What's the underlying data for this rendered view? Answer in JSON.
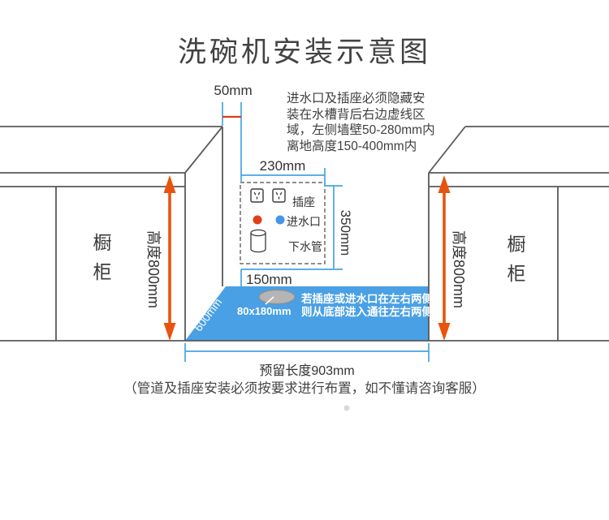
{
  "title": "洗碗机安装示意图",
  "note": {
    "line1": "进水口及插座必须隐藏安",
    "line2": "装在水槽背后右边虚线区",
    "line3": "域，左侧墙壁50-280mm内",
    "line4": "离地高度150-400mm内"
  },
  "dimensions": {
    "wall_offset": "50mm",
    "zone_width": "230mm",
    "zone_height": "350mm",
    "floor_clearance": "150mm",
    "floor_depth": "600mm",
    "hole_size": "80x180mm",
    "reserved_length": "预留长度903mm"
  },
  "cabinets": {
    "left_label": "橱柜",
    "left_height": "高度800mm",
    "right_label": "橱柜",
    "right_height": "高度800mm"
  },
  "hidden_zone": {
    "socket_label": "插座",
    "inlet_label": "进水口",
    "drain_label": "下水管"
  },
  "floor_note": {
    "line1": "若插座或进水口在左右两侧",
    "line2": "则从底部进入通往左右两侧"
  },
  "caption": "（管道及插座安装必须按要求进行布置，如不懂请咨询客服）",
  "icons": {
    "socket": "power-outlet-square",
    "inlet_red": "red-dot",
    "inlet_blue": "blue-dot",
    "drain": "pipe-cylinder",
    "height": "double-headed-arrow",
    "floor_hole": "gray-ellipse"
  },
  "colors": {
    "dimension_blue": "#45a5e0",
    "floor_blue": "#4aa0e4",
    "arrow_orange": "#e8540e",
    "red_marker": "#e0401a",
    "blue_marker": "#4596ea",
    "outline_gray": "#58595b",
    "hole_gray": "#b5b5b5"
  }
}
